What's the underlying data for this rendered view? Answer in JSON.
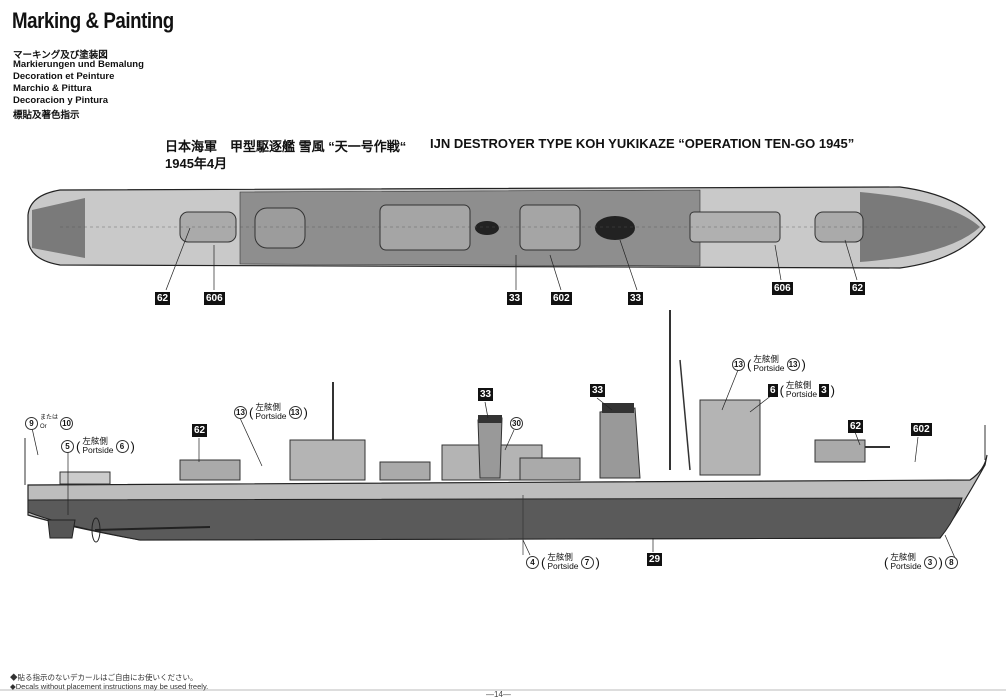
{
  "header": {
    "title": "Marking & Painting",
    "subtitles": [
      "マーキング及び塗装図",
      "Markierungen und Bemalung",
      "Decoration et Peinture",
      "Marchio & Pittura",
      "Decoracion y Pintura",
      "標貼及著色指示"
    ]
  },
  "scheme": {
    "jp_title": "日本海軍　甲型駆逐艦 雪風 “天一号作戦“",
    "en_title": "IJN DESTROYER TYPE KOH YUKIKAZE “OPERATION TEN-GO 1945”",
    "date": "1945年4月"
  },
  "top_view": {
    "callouts": [
      "62",
      "606",
      "33",
      "602",
      "33",
      "606",
      "62"
    ]
  },
  "side_view": {
    "portside_jp": "左舷側",
    "portside_en": "Portside",
    "or_jp": "または",
    "or_en": "Or",
    "callouts": {
      "c9": "9",
      "c10": "10",
      "c5": "5",
      "c6": "6",
      "c13a": "13",
      "c13b": "13",
      "b62a": "62",
      "b33a": "33",
      "c30": "30",
      "b33b": "33",
      "c13c": "13",
      "c13d": "13",
      "b6": "6",
      "b3": "3",
      "b62b": "62",
      "b602": "602",
      "c4": "4",
      "c7": "7",
      "b29": "29",
      "c3": "3",
      "c8": "8"
    }
  },
  "footer": {
    "note_jp": "◆貼る指示のないデカールはご自由にお使いください。",
    "note_en": "◆Decals without placement instructions may be used freely.",
    "page": "—14—"
  },
  "colors": {
    "hull_gray": "#b8b8b8",
    "lower_hull": "#5a5a5a",
    "deck": "#8a8a8a",
    "decal_box": "#111111"
  }
}
